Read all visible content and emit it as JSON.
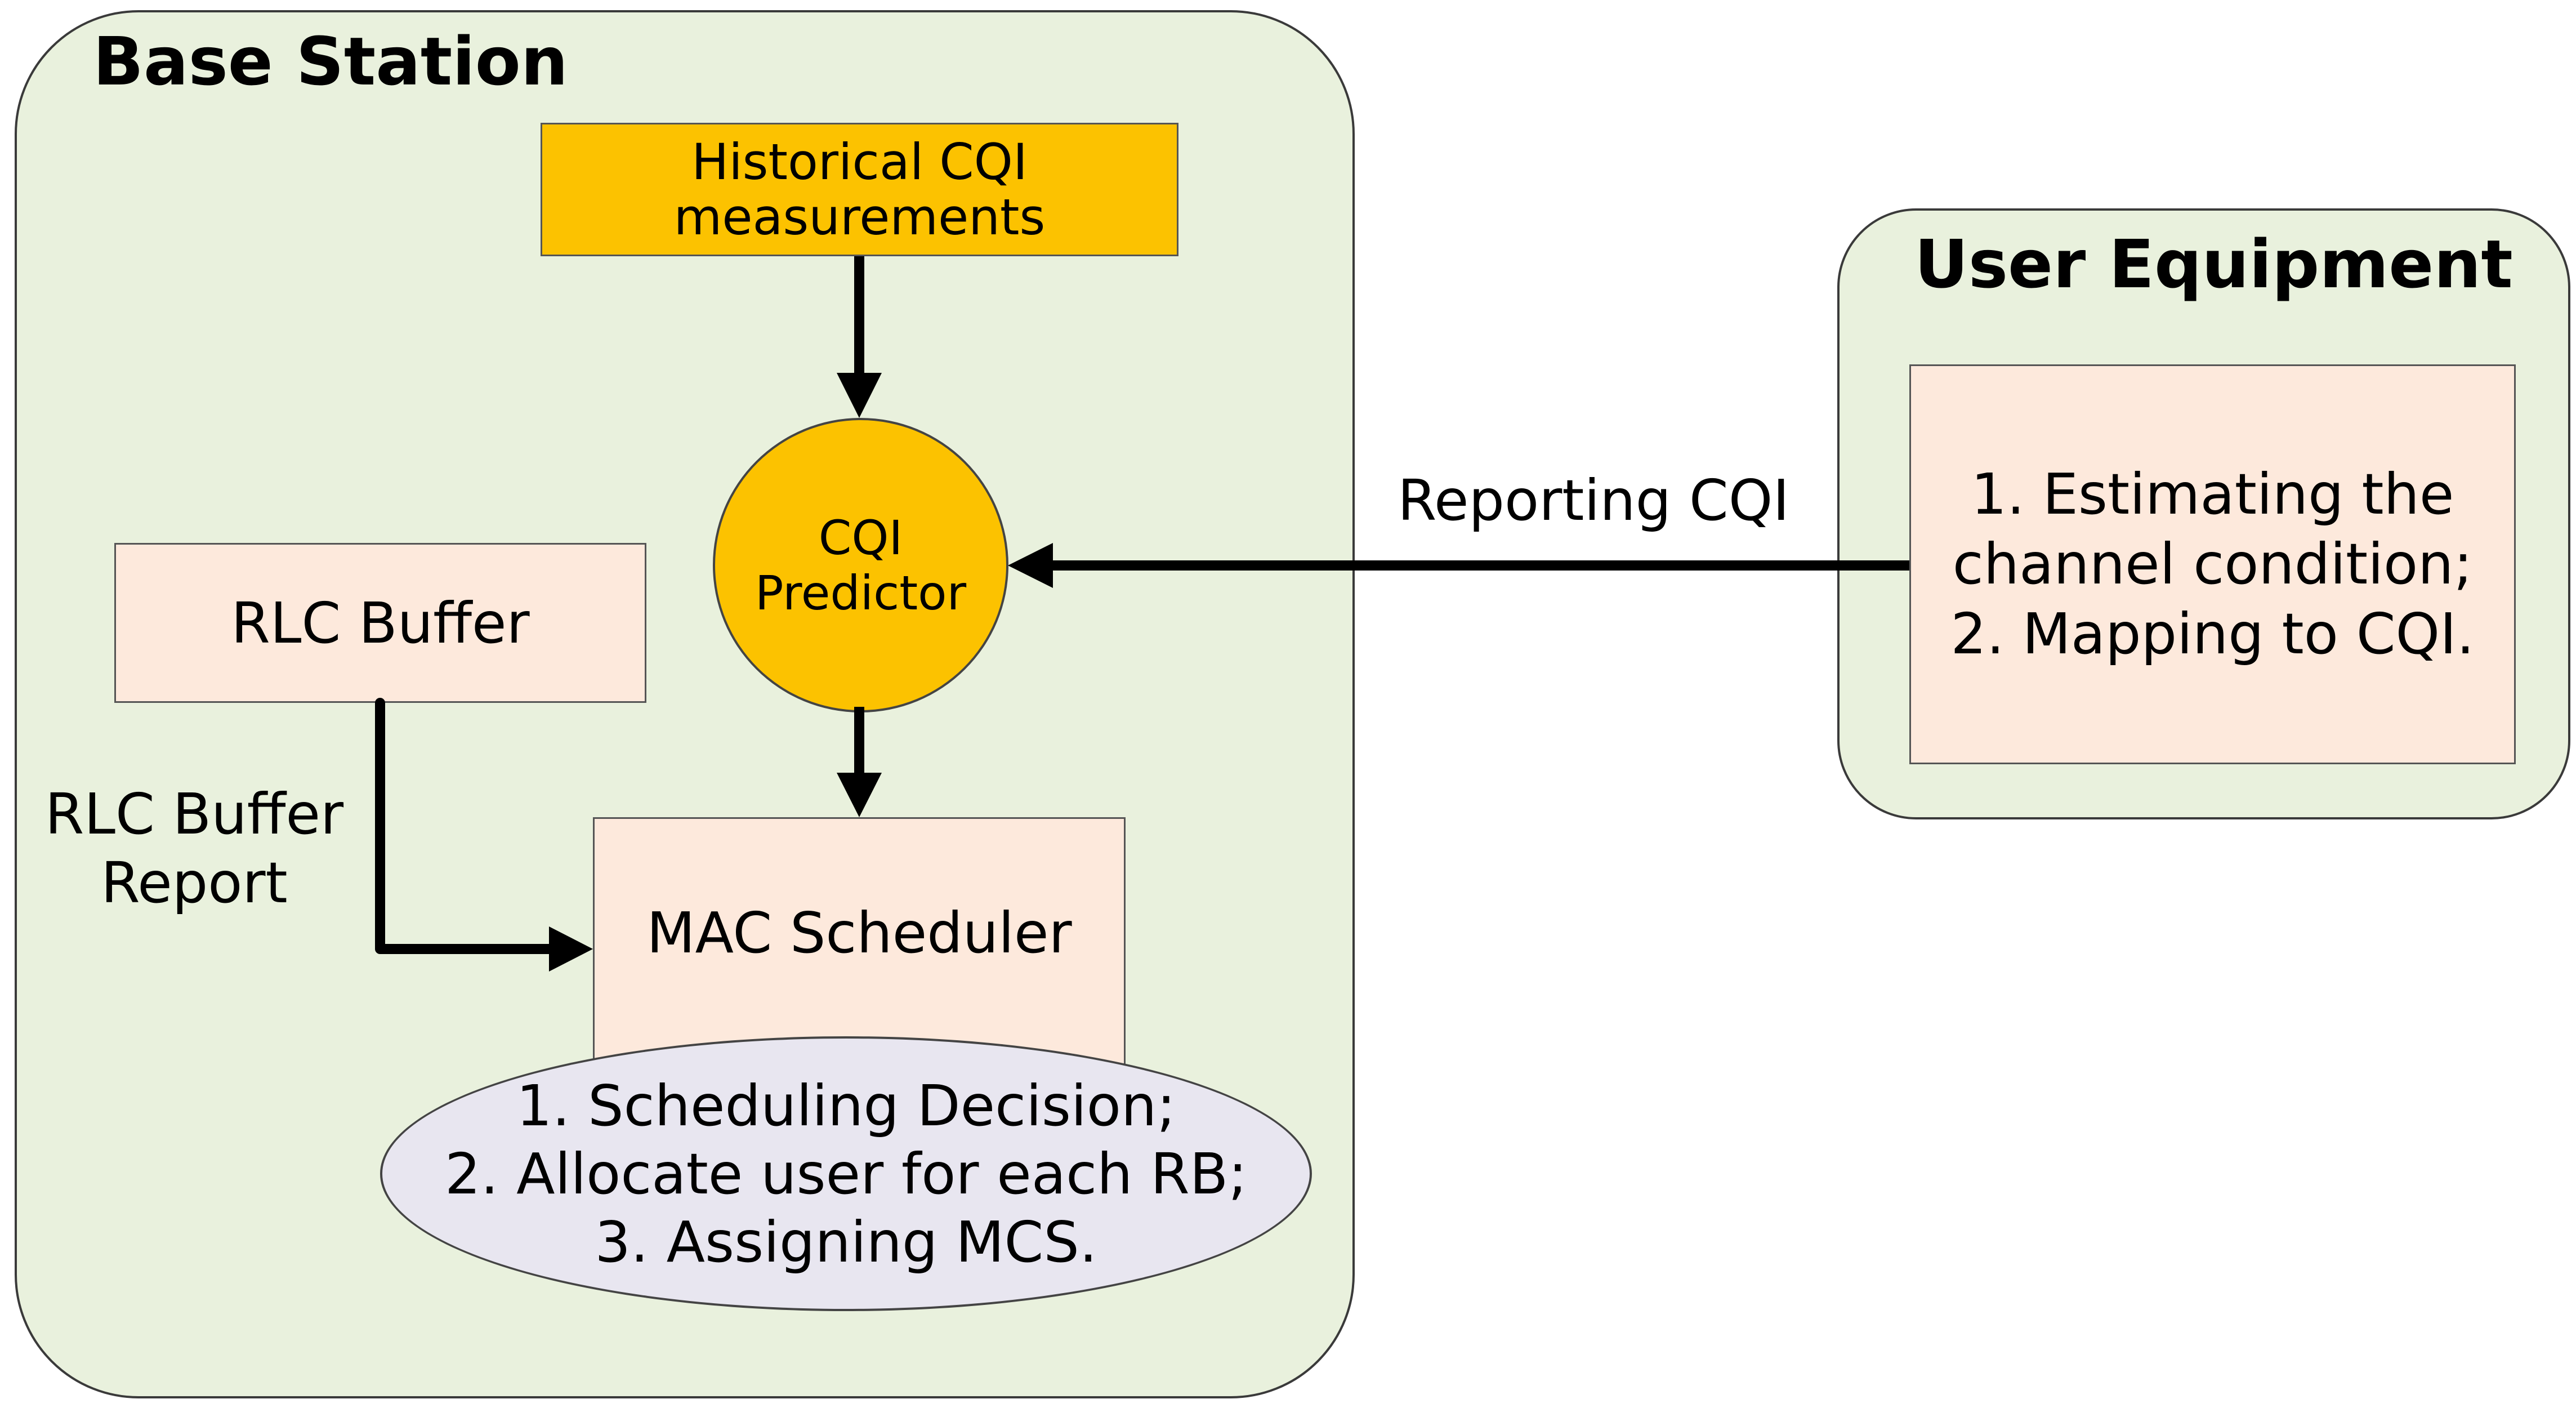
{
  "base_station": {
    "title": "Base Station"
  },
  "user_equipment": {
    "title": "User Equipment",
    "process": "1. Estimating the\nchannel condition;\n2. Mapping to CQI."
  },
  "nodes": {
    "historical_cqi": "Historical CQI\nmeasurements",
    "cqi_predictor": "CQI\nPredictor",
    "rlc_buffer": "RLC Buffer",
    "mac_scheduler": "MAC Scheduler",
    "scheduler_decisions": "1. Scheduling Decision;\n2. Allocate user for each RB;\n3. Assigning MCS."
  },
  "edge_labels": {
    "reporting_cqi": "Reporting CQI",
    "rlc_buffer_report": "RLC Buffer\nReport"
  },
  "colors": {
    "container_fill": "#e9f1dd",
    "highlight_fill": "#fcc200",
    "box_fill": "#fde9dc",
    "decision_fill": "#e8e6f0",
    "arrow": "#000000"
  }
}
